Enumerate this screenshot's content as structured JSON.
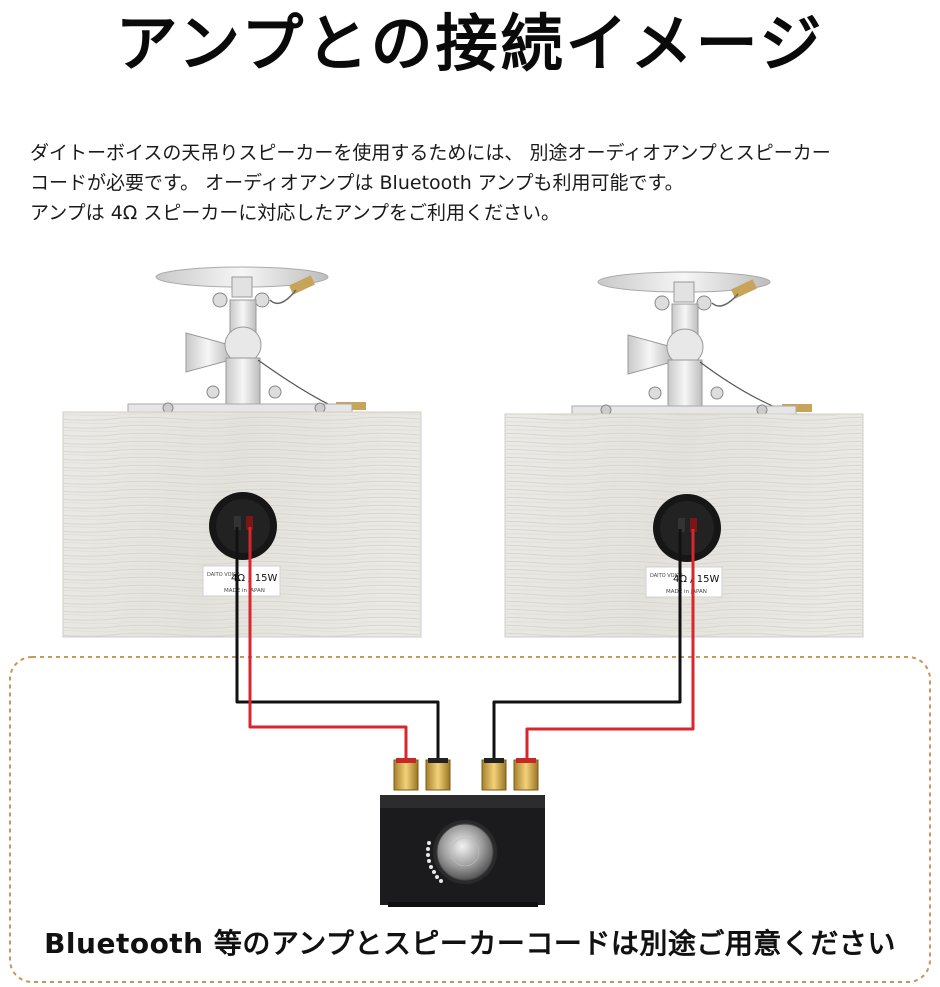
{
  "title": "アンプとの接続イメージ",
  "description": [
    "ダイトーボイスの天吊りスピーカーを使用するためには、 別途オーディオアンプとスピーカー",
    "コードが必要です。 オーディオアンプは Bluetooth アンプも利用可能です。",
    "アンプは 4Ω スピーカーに対応したアンプをご利用ください。"
  ],
  "speakers": [
    {
      "label_small": "DAITO VOICE",
      "rating": "4Ω / 15W",
      "made_in": "MADE in JAPAN"
    },
    {
      "label_small": "DAITO VOICE",
      "rating": "4Ω / 15W",
      "made_in": "MADE in JAPAN"
    }
  ],
  "footer": "Bluetooth 等のアンプとスピーカーコードは別途ご用意ください",
  "colors": {
    "wire_red": "#d8262c",
    "wire_black": "#111111",
    "dashed_border": "#c9955a",
    "wood": "#e9e7e2",
    "amp_body": "#1b1b1d"
  },
  "icons": [
    "ceiling-mount-icon",
    "speaker-terminal-icon",
    "amplifier-icon",
    "volume-knob-icon"
  ]
}
